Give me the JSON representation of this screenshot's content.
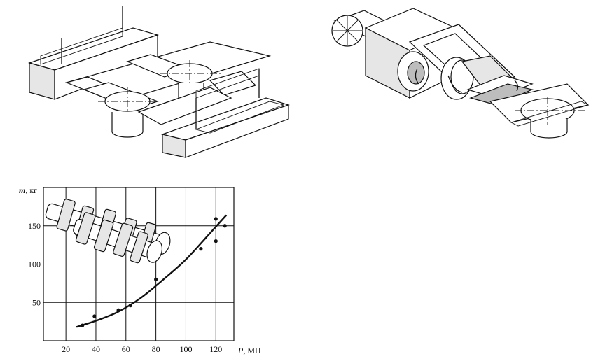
{
  "chart_data": {
    "type": "scatter",
    "xlabel_symbol": "P",
    "xlabel_unit": ", МН",
    "ylabel_symbol": "m",
    "ylabel_unit": ", кг",
    "xlim": [
      5,
      132
    ],
    "ylim": [
      0,
      200
    ],
    "x_ticks": [
      20,
      40,
      60,
      80,
      100,
      120
    ],
    "y_ticks": [
      50,
      100,
      150
    ],
    "grid": true,
    "points": [
      {
        "x": 31,
        "y": 20
      },
      {
        "x": 39,
        "y": 32
      },
      {
        "x": 55,
        "y": 40
      },
      {
        "x": 63,
        "y": 46
      },
      {
        "x": 80,
        "y": 80
      },
      {
        "x": 110,
        "y": 120
      },
      {
        "x": 120,
        "y": 159
      },
      {
        "x": 120,
        "y": 130
      },
      {
        "x": 126,
        "y": 150
      }
    ],
    "trend_line": [
      {
        "x": 27,
        "y": 18
      },
      {
        "x": 40,
        "y": 26
      },
      {
        "x": 55,
        "y": 38
      },
      {
        "x": 70,
        "y": 56
      },
      {
        "x": 85,
        "y": 80
      },
      {
        "x": 100,
        "y": 106
      },
      {
        "x": 115,
        "y": 138
      },
      {
        "x": 127,
        "y": 164
      }
    ]
  }
}
